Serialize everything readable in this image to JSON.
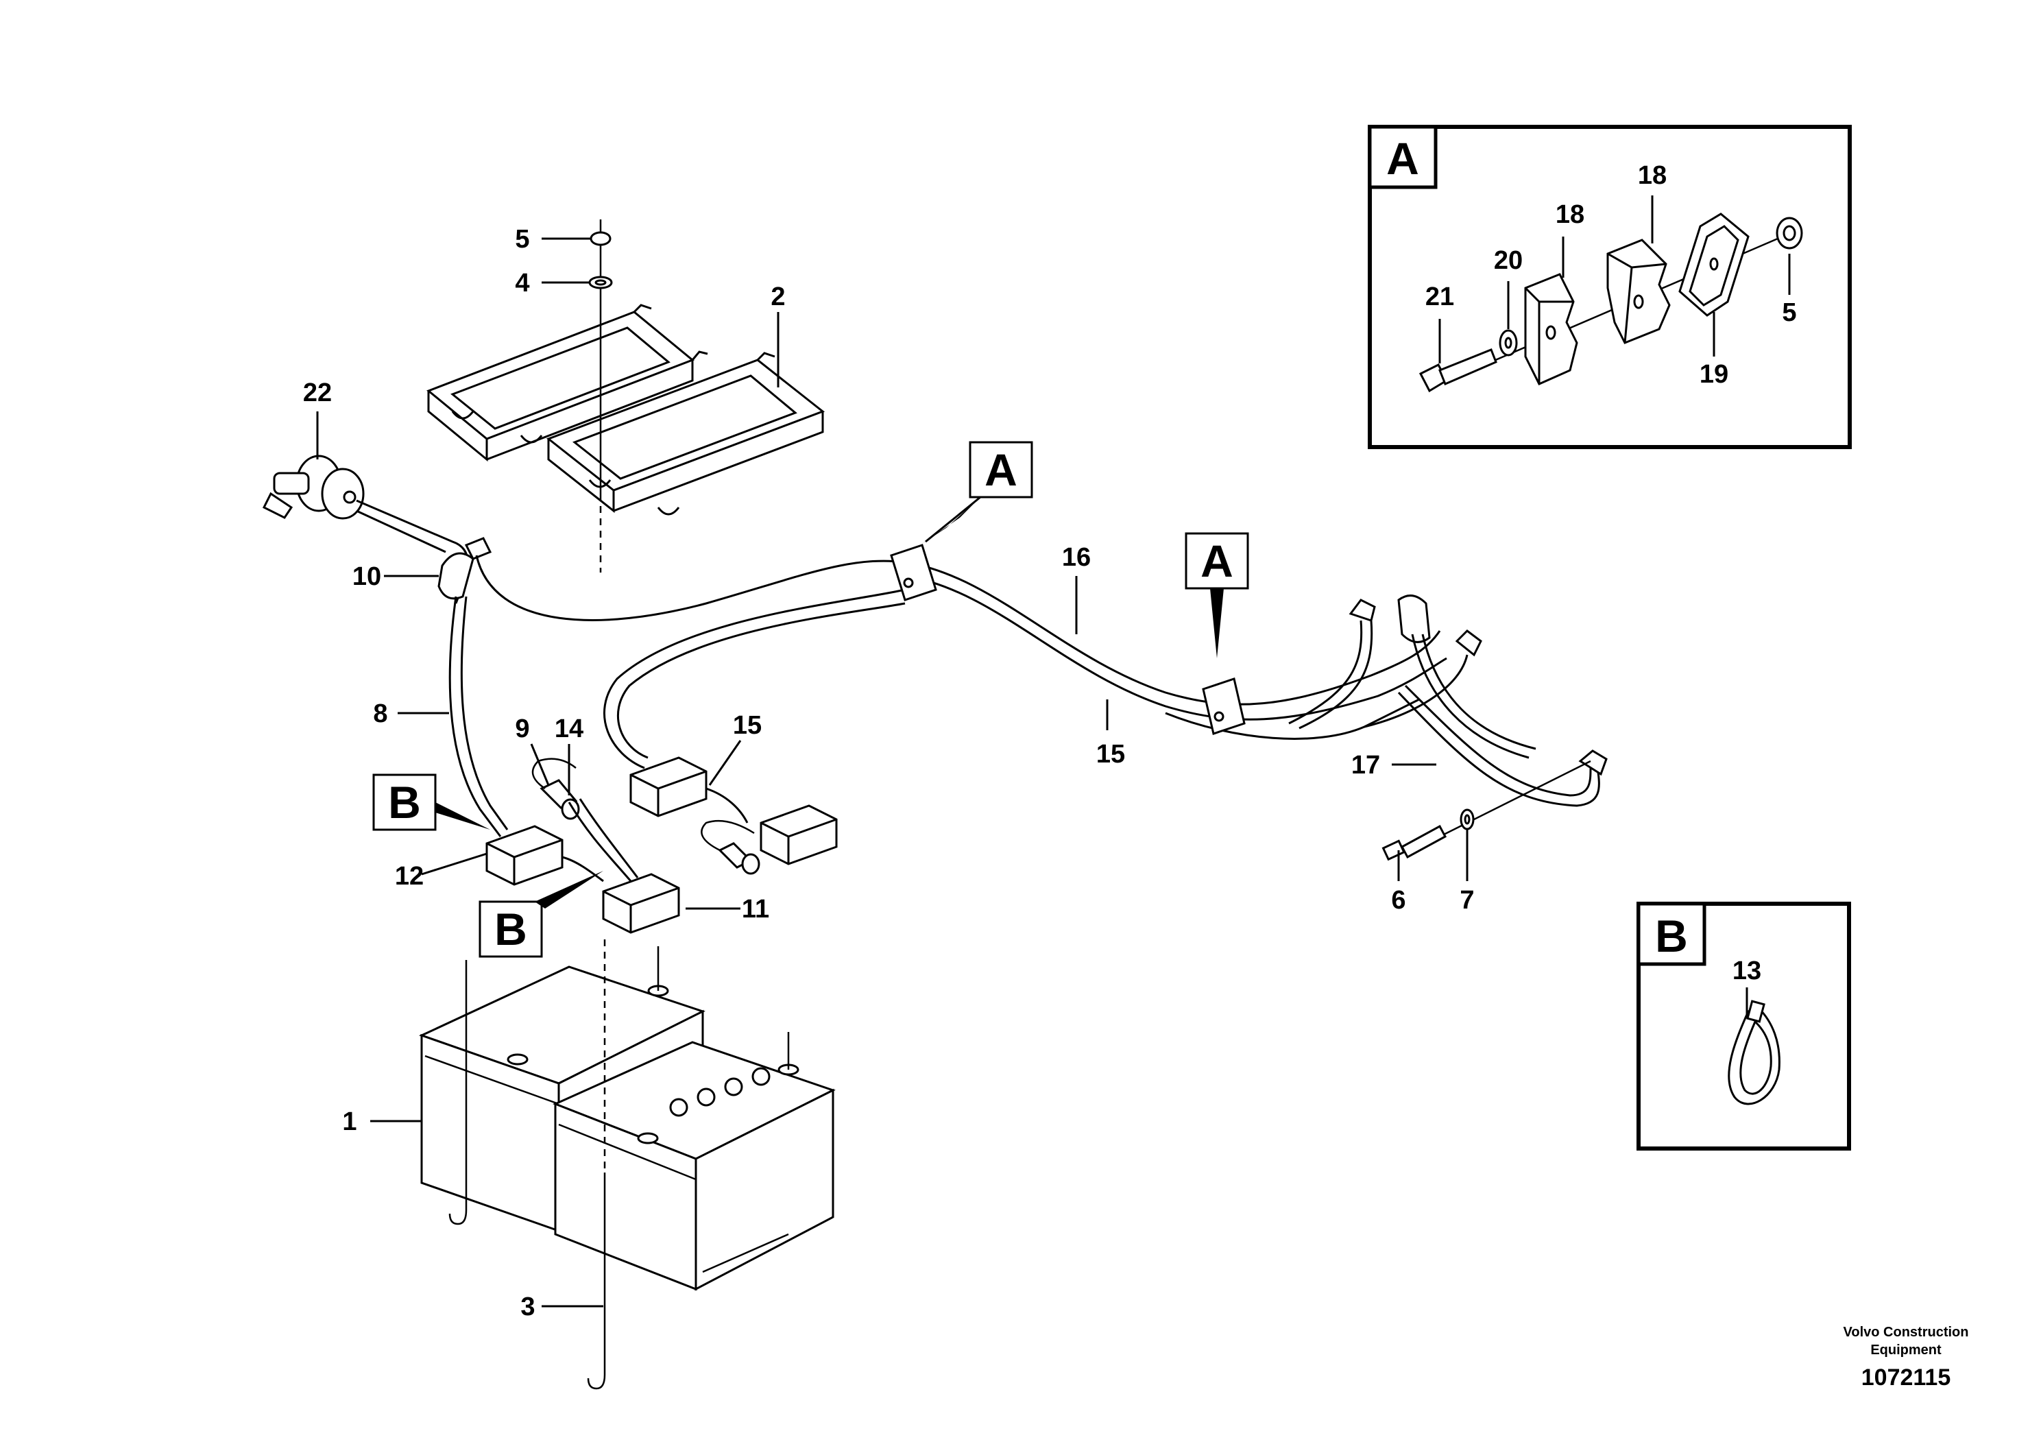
{
  "callouts": {
    "p1": "1",
    "p2": "2",
    "p3": "3",
    "p4": "4",
    "p5": "5",
    "p6": "6",
    "p7": "7",
    "p8": "8",
    "p9": "9",
    "p10": "10",
    "p11": "11",
    "p12": "12",
    "p14": "14",
    "p15a": "15",
    "p15b": "15",
    "p16": "16",
    "p17": "17",
    "p22": "22"
  },
  "detail_a": {
    "letter": "A",
    "callouts": {
      "p21": "21",
      "p20": "20",
      "p18a": "18",
      "p18b": "18",
      "p19": "19",
      "p5": "5"
    }
  },
  "detail_b": {
    "letter": "B",
    "callouts": {
      "p13": "13"
    }
  },
  "flags": {
    "a1": "A",
    "a2": "A",
    "b1": "B",
    "b2": "B"
  },
  "footer": {
    "brand_line1": "Volvo Construction",
    "brand_line2": "Equipment",
    "figure_number": "1072115"
  }
}
